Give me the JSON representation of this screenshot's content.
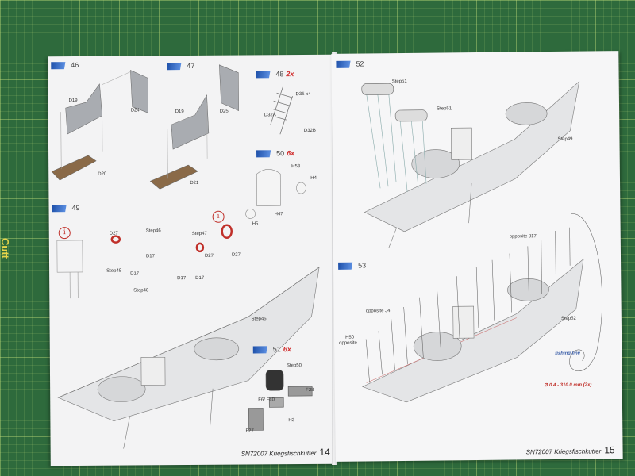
{
  "mat": {
    "edge_text": "Cutt"
  },
  "left_page": {
    "steps": [
      {
        "number": "46"
      },
      {
        "number": "47"
      },
      {
        "number": "48",
        "multiplier": "2x"
      },
      {
        "number": "49"
      },
      {
        "number": "50",
        "multiplier": "6x"
      },
      {
        "number": "51",
        "multiplier": "6x"
      }
    ],
    "labels": {
      "d19a": "D19",
      "d24": "D24",
      "d20": "D20",
      "d19b": "D19",
      "d25": "D25",
      "d21": "D21",
      "d35": "D35 x4",
      "d32a": "D32A",
      "d32b": "D32B",
      "h53": "H53",
      "h4": "H4",
      "h47": "H47",
      "h5": "H5",
      "d27a": "D27",
      "step46": "Step46",
      "d17a": "D17",
      "step48a": "Step48",
      "d17b": "D17",
      "step47": "Step47",
      "d27b": "D27",
      "d17c": "D17",
      "d17d": "D17",
      "step48b": "Step48",
      "d27c": "D27",
      "step45": "Step45",
      "step50": "Step50",
      "f28": "F28",
      "f6f40": "F6/ F40",
      "h3": "H3",
      "f27": "F27"
    },
    "footer": {
      "title": "SN72007 Kriegsfischkutter",
      "page": "14"
    }
  },
  "right_page": {
    "steps": [
      {
        "number": "52"
      },
      {
        "number": "53"
      }
    ],
    "labels": {
      "step51a": "Step51",
      "step51b": "Step51",
      "step49": "Step49",
      "opp_j17": "opposite J17",
      "opp_j4": "opposite J4",
      "h50": "H50",
      "h50_opp": "opposite",
      "step52": "Step52",
      "fishing_line": "fishing line",
      "dimension": "Ø 0.4 - 310.0 mm (2x)"
    },
    "footer": {
      "title": "SN72007 Kriegsfischkutter",
      "page": "15"
    }
  },
  "colors": {
    "mat": "#2e6a3c",
    "accent_red": "#c0302a",
    "step_blue": "#1d4fa8"
  }
}
